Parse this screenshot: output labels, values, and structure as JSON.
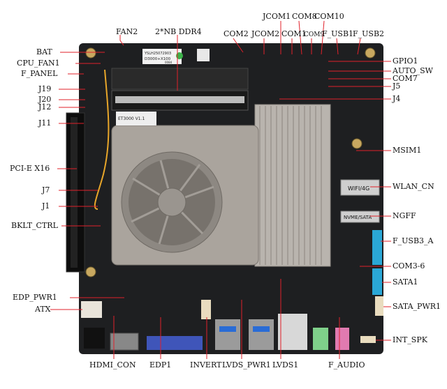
{
  "board": {
    "silkscreen": {
      "sticker_serial": "YSLH25072903",
      "sticker_model": "D3000+X100",
      "sticker_code": "0084",
      "heatsink_model": "ET3000 V1.1",
      "sata_label": "NVME/SATA",
      "wifi_label": "WIFI/4G"
    }
  },
  "labels": {
    "fan2": "FAN2",
    "ddr4": "2*NB DDR4",
    "com2": "COM2",
    "jcom2": "JCOM2",
    "jcom1": "JCOM1",
    "com1": "COM1",
    "com8": "COM8",
    "com9": "COM9",
    "com10": "COM10",
    "f_usb1": "F_USB1",
    "f_usb2": "F_USB2",
    "bat": "BAT",
    "cpu_fan1": "CPU_FAN1",
    "f_panel": "F_PANEL",
    "j19": "J19",
    "j20": "J20",
    "j12": "J12",
    "j11": "J11",
    "pcie": "PCI-E X16",
    "j7": "J7",
    "j1": "J1",
    "bklt_ctrl": "BKLT_CTRL",
    "edp_pwr1": "EDP_PWR1",
    "atx": "ATX",
    "gpio1": "GPIO1",
    "auto_sw": "AUTO_SW",
    "com7": "COM7",
    "j5": "J5",
    "j4": "J4",
    "msim1": "MSIM1",
    "wlan_cn": "WLAN_CN",
    "ngff": "NGFF",
    "f_usb3_a": "F_USB3_A",
    "com3_6": "COM3-6",
    "sata1": "SATA1",
    "sata_pwr1": "SATA_PWR1",
    "int_spk": "INT_SPK",
    "hdmi_con": "HDMI_CON",
    "edp1": "EDP1",
    "invert": "INVERT",
    "lvds_pwr1": "LVDS_PWR1",
    "lvds1": "LVDS1",
    "f_audio": "F_AUDIO"
  },
  "colors": {
    "pcb": "#1e1f21",
    "leader": "#e0202a",
    "heatsink": "#b9b4ae",
    "usb_blue": "#2aa7d6",
    "vga_blue": "#3f55b9",
    "audio_green": "#7fd08a",
    "audio_pink": "#e07ab0"
  }
}
